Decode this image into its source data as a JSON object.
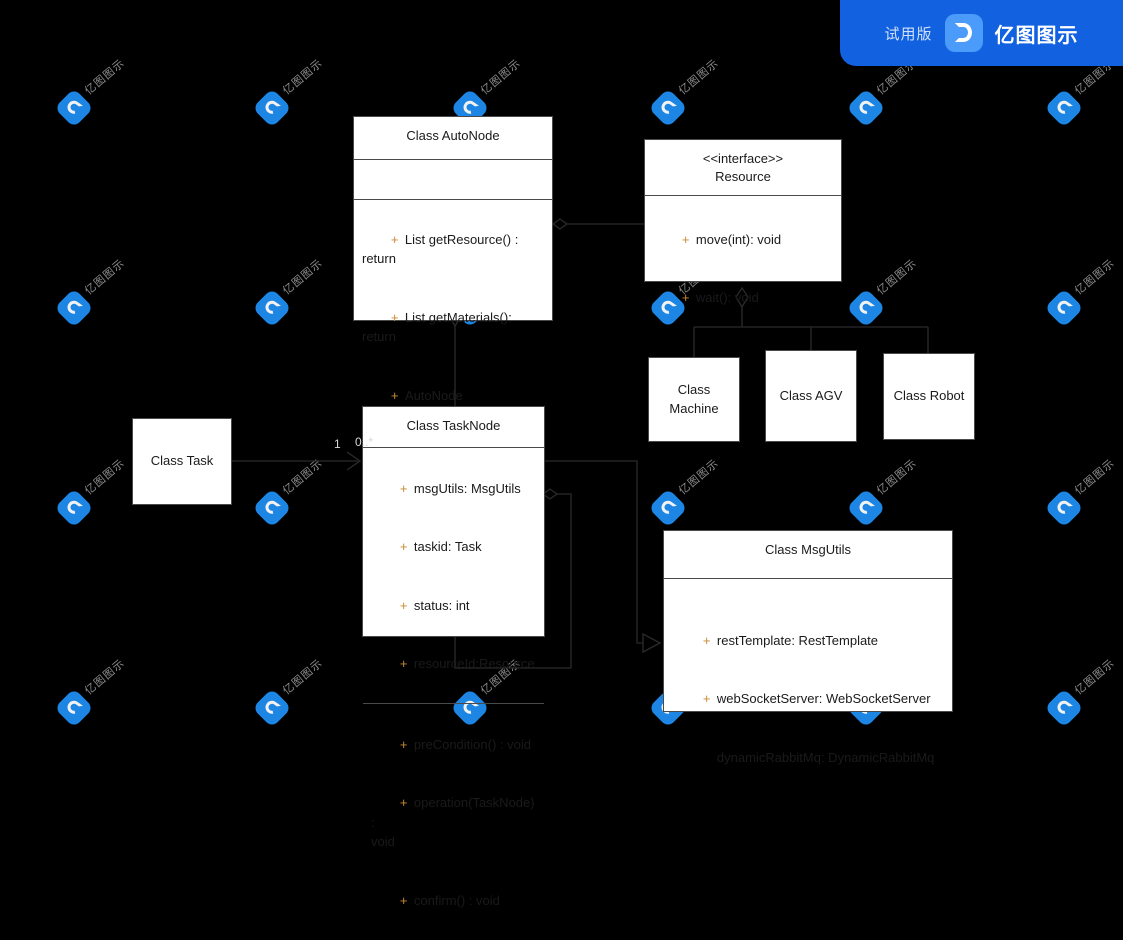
{
  "banner": {
    "trial_label": "试用版",
    "brand": "亿图图示",
    "logo_icon": "edraw-logo-icon",
    "background_color": "#1161e0"
  },
  "watermark": {
    "text": "亿图图示",
    "logo_icon": "edraw-watermark-icon",
    "color": "#1f8ef1"
  },
  "diagram": {
    "type": "uml-class-diagram",
    "background_color": "#000000",
    "classes": [
      {
        "id": "auto-node",
        "header": "Class AutoNode",
        "attributes": [],
        "methods": [
          {
            "visibility": "+",
            "text": "List getResource() : return"
          },
          {
            "visibility": "+",
            "text": "List getMaterials(): return"
          },
          {
            "visibility": "+",
            "text": "AutoNode getNext():return"
          }
        ]
      },
      {
        "id": "resource",
        "stereotype": "<<interface>>",
        "header": "Resource",
        "methods": [
          {
            "visibility": "+",
            "text": "move(int): void"
          },
          {
            "visibility": "+",
            "text": "wait(): void"
          }
        ]
      },
      {
        "id": "machine",
        "header": "Class\nMachine"
      },
      {
        "id": "agv",
        "header": "Class AGV"
      },
      {
        "id": "robot",
        "header": "Class Robot"
      },
      {
        "id": "task",
        "header": "Class Task"
      },
      {
        "id": "task-node",
        "header": "Class TaskNode",
        "attributes": [
          {
            "visibility": "+",
            "text": "msgUtils: MsgUtils"
          },
          {
            "visibility": "+",
            "text": "taskid: Task"
          },
          {
            "visibility": "+",
            "text": "status: int"
          },
          {
            "visibility": "+",
            "text": "resourceId:Resource"
          }
        ],
        "methods": [
          {
            "visibility": "+",
            "text": "preCondition() : void"
          },
          {
            "visibility": "+",
            "text": "operation(TaskNode) :\nvoid"
          },
          {
            "visibility": "+",
            "text": "confirm() : void"
          }
        ]
      },
      {
        "id": "msg-utils",
        "header": "Class MsgUtils",
        "attributes": [
          {
            "visibility": "+",
            "text": "restTemplate: RestTemplate"
          },
          {
            "visibility": "+",
            "text": "webSocketServer: WebSocketServer"
          },
          {
            "visibility": "",
            "text": "dynamicRabbitMq: DynamicRabbitMq"
          }
        ]
      }
    ],
    "multiplicities": [
      {
        "id": "task-end",
        "label": "1"
      },
      {
        "id": "task-node-end",
        "label": "0..*"
      }
    ],
    "relationships": [
      {
        "from": "auto-node",
        "to": "resource",
        "type": "aggregation"
      },
      {
        "from": "auto-node",
        "to": "task-node",
        "type": "aggregation"
      },
      {
        "from": "resource",
        "to": "machine",
        "type": "aggregation-tree"
      },
      {
        "from": "resource",
        "to": "agv",
        "type": "aggregation-tree"
      },
      {
        "from": "resource",
        "to": "robot",
        "type": "aggregation-tree"
      },
      {
        "from": "task",
        "to": "task-node",
        "type": "association"
      },
      {
        "from": "task-node",
        "to": "task-node",
        "type": "aggregation-self"
      },
      {
        "from": "task-node",
        "to": "msg-utils",
        "type": "generalization"
      }
    ]
  }
}
